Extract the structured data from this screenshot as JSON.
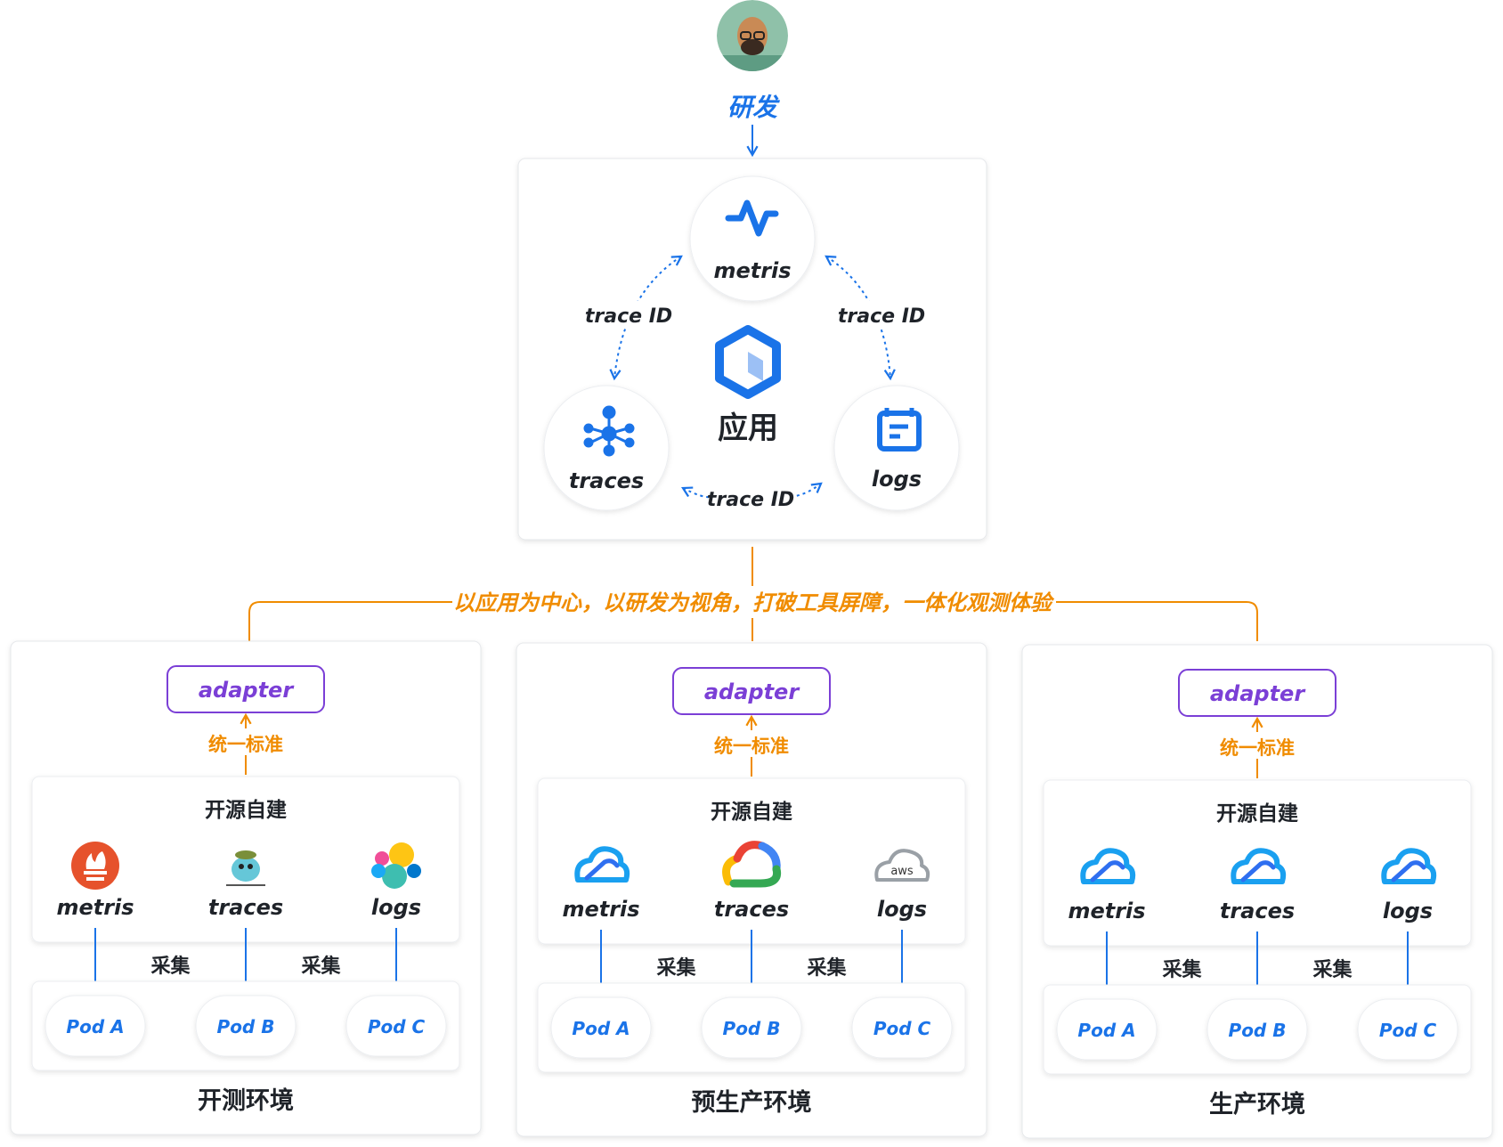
{
  "top": {
    "role_label": "研发",
    "app_label": "应用",
    "signals": {
      "metrics": "metris",
      "traces": "traces",
      "logs": "logs"
    },
    "trace_id_label": "trace ID"
  },
  "banner": "以应用为中心，以研发为视角，打破工具屏障，一体化观测体验",
  "environments": [
    {
      "name": "开测环境",
      "adapter": "adapter",
      "standard_label": "统一标准",
      "group_title": "开源自建",
      "tools": [
        {
          "label": "metris",
          "icon": "prometheus-icon"
        },
        {
          "label": "traces",
          "icon": "jaeger-icon"
        },
        {
          "label": "logs",
          "icon": "elastic-icon"
        }
      ],
      "collect_labels": [
        "采集",
        "采集"
      ],
      "pods": [
        "Pod A",
        "Pod B",
        "Pod C"
      ]
    },
    {
      "name": "预生产环境",
      "adapter": "adapter",
      "standard_label": "统一标准",
      "group_title": "开源自建",
      "tools": [
        {
          "label": "metris",
          "icon": "tencent-cloud-icon"
        },
        {
          "label": "traces",
          "icon": "google-cloud-icon"
        },
        {
          "label": "logs",
          "icon": "aws-cloud-icon",
          "icon_text": "aws"
        }
      ],
      "collect_labels": [
        "采集",
        "采集"
      ],
      "pods": [
        "Pod A",
        "Pod B",
        "Pod C"
      ]
    },
    {
      "name": "生产环境",
      "adapter": "adapter",
      "standard_label": "统一标准",
      "group_title": "开源自建",
      "tools": [
        {
          "label": "metris",
          "icon": "tencent-cloud-icon"
        },
        {
          "label": "traces",
          "icon": "tencent-cloud-icon"
        },
        {
          "label": "logs",
          "icon": "tencent-cloud-icon"
        }
      ],
      "collect_labels": [
        "采集",
        "采集"
      ],
      "pods": [
        "Pod A",
        "Pod B",
        "Pod C"
      ]
    }
  ],
  "colors": {
    "blue": "#1a73e8",
    "orange": "#f08c00",
    "purple": "#7b3fd6",
    "dark": "#1f2329"
  }
}
